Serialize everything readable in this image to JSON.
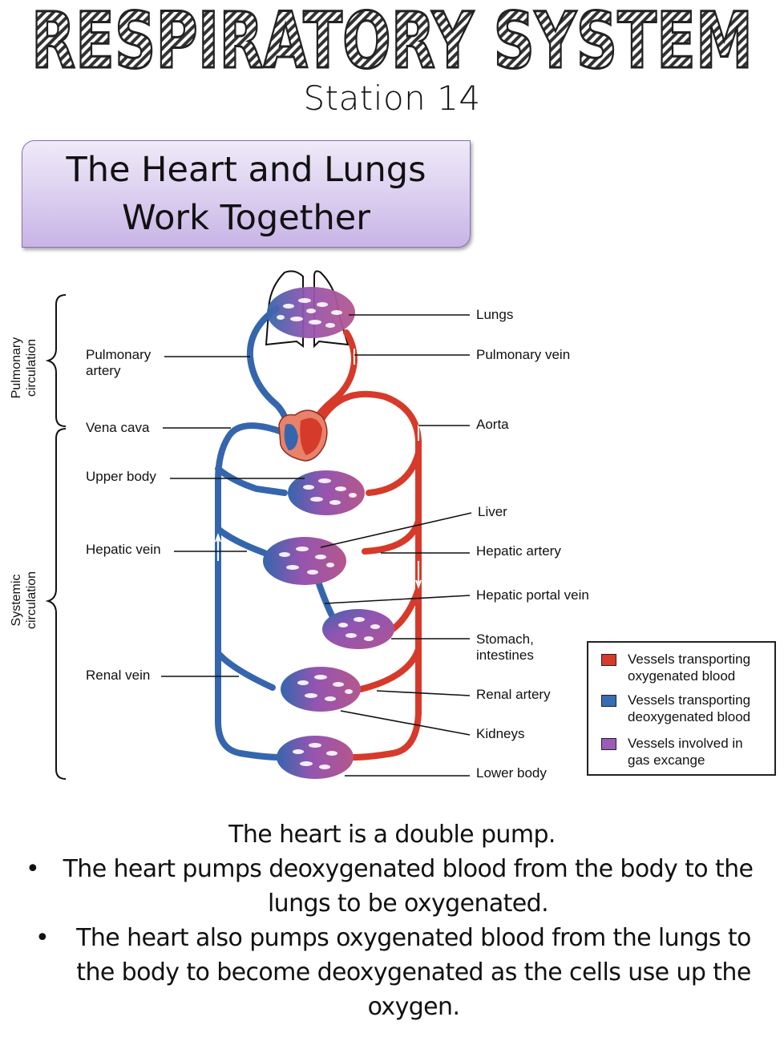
{
  "header": {
    "title": "RESPIRATORY SYSTEM",
    "station": "Station 14"
  },
  "heading_box": {
    "line1": "The Heart and Lungs",
    "line2": "Work Together"
  },
  "diagram": {
    "brackets": {
      "pulmonary": "Pulmonary circulation",
      "systemic": "Systemic circulation"
    },
    "left_labels": {
      "pulmonary_artery_1": "Pulmonary",
      "pulmonary_artery_2": "artery",
      "vena_cava": "Vena cava",
      "upper_body": "Upper body",
      "hepatic_vein": "Hepatic vein",
      "renal_vein": "Renal vein"
    },
    "right_labels": {
      "lungs": "Lungs",
      "pulmonary_vein": "Pulmonary vein",
      "aorta": "Aorta",
      "liver": "Liver",
      "hepatic_artery": "Hepatic artery",
      "hepatic_portal_vein": "Hepatic portal vein",
      "stomach_1": "Stomach,",
      "stomach_2": "intestines",
      "renal_artery": "Renal artery",
      "kidneys": "Kidneys",
      "lower_body": "Lower body"
    },
    "colors": {
      "oxygenated": "#d63a2a",
      "deoxygenated": "#3566ad",
      "gas_exchange": "#9455b0",
      "heart": "#e8826a"
    },
    "legend": [
      {
        "color": "#d63a2a",
        "line1": "Vessels transporting",
        "line2": "oxygenated blood"
      },
      {
        "color": "#3a6db3",
        "line1": "Vessels transporting",
        "line2": "deoxygenated blood"
      },
      {
        "color": "#9b5cb8",
        "line1": "Vessels involved in",
        "line2": "gas excange"
      }
    ]
  },
  "body": {
    "intro": "The heart is a double pump.",
    "bullet_char": "•",
    "bullet1_line1": "The heart pumps deoxygenated blood from the body to the",
    "bullet1_line2": "lungs to be oxygenated.",
    "bullet2_line1": "The heart also pumps oxygenated blood from the lungs to",
    "bullet2_line2": "the body to become deoxygenated as the cells use up the",
    "bullet2_line3": "oxygen."
  }
}
